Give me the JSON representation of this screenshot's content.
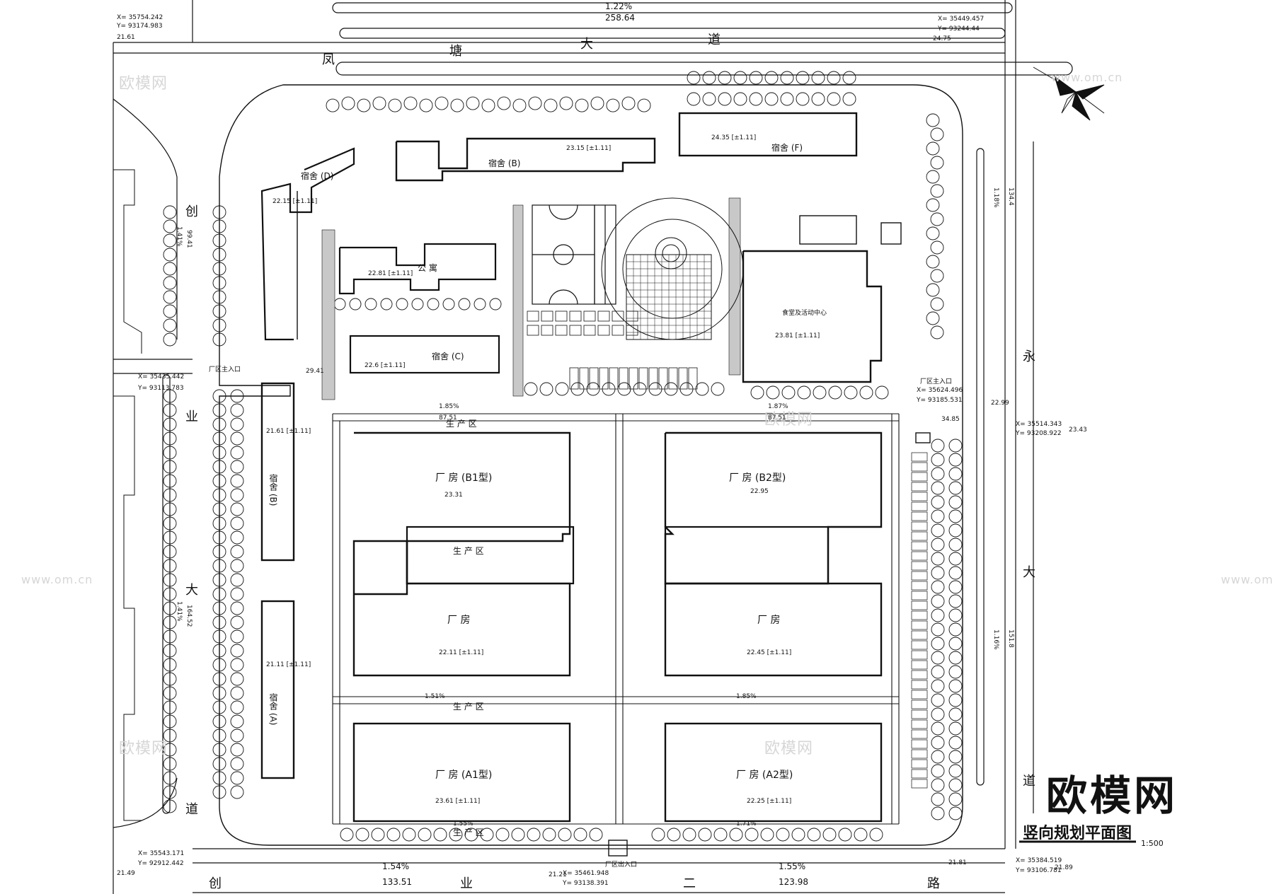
{
  "title": {
    "main": "竖向规划平面图",
    "scale": "1:500"
  },
  "brand": {
    "logo_text": "欧模网",
    "watermarks": [
      "欧模网",
      "www.om.cn"
    ]
  },
  "roads": {
    "north_name": [
      "凤",
      "塘",
      "大",
      "道"
    ],
    "east_name": [
      "永",
      "大",
      "道"
    ],
    "west_name": [
      "创",
      "业",
      "大",
      "道"
    ],
    "south_name": [
      "创",
      "业",
      "二",
      "路"
    ],
    "north_slope": "1.22%",
    "north_length": "258.64",
    "south_slope_1": "1.54%",
    "south_length_1": "133.51",
    "south_slope_2": "1.55%",
    "south_length_2": "123.98",
    "east_slope_1": "1.18%",
    "east_length_1": "134.4",
    "east_slope_2": "1.16%",
    "east_length_2": "151.8",
    "west_slope_1": "1.41%",
    "west_length_1": "99.41",
    "west_slope_2": "1.41%",
    "west_length_2": "164.52"
  },
  "buildings": [
    {
      "name": "厂  房  (B1型)",
      "level": "23.31"
    },
    {
      "name": "厂  房  (B2型)",
      "level": "22.95"
    },
    {
      "name": "厂  房",
      "level": "22.11 [±1.11]"
    },
    {
      "name": "厂  房",
      "level": "22.45 [±1.11]"
    },
    {
      "name": "厂  房  (A1型)",
      "level": "23.61 [±1.11]"
    },
    {
      "name": "厂  房  (A2型)",
      "level": "22.25 [±1.11]"
    },
    {
      "name": "宿舍 (B)",
      "level": "23.15 [±1.11]"
    },
    {
      "name": "宿舍 (F)",
      "level": "24.35 [±1.11]"
    },
    {
      "name": "宿舍 (D)",
      "level": "22.15 [±1.11]"
    },
    {
      "name": "宿舍 (C)",
      "level": "22.6 [±1.11]"
    },
    {
      "name": "宿舍 (B)",
      "level": "21.61 [±1.11]"
    },
    {
      "name": "宿舍 (A)",
      "level": "21.11 [±1.11]"
    },
    {
      "name": "公 寓",
      "level": "22.81 [±1.11]"
    },
    {
      "name": "食堂及活动中心",
      "level": "23.81 [±1.11]"
    }
  ],
  "internal_roads": {
    "label": "生  产  区",
    "slope_a": "1.85%",
    "length_a": "87.51",
    "slope_b": "1.87%",
    "slope_c": "1.51%",
    "slope_d": "1.85%",
    "slope_e": "1.55%",
    "slope_f": "1.71%",
    "length_b": "87.51"
  },
  "coordinates": [
    {
      "x": "X= 35754.242",
      "y": "Y= 93174.983"
    },
    {
      "x": "X= 35449.457",
      "y": "Y= 93244.44"
    },
    {
      "x": "X= 35435.442",
      "y": "Y= 93113.783"
    },
    {
      "x": "X= 35543.171",
      "y": "Y= 92912.442"
    },
    {
      "x": "X= 35461.948",
      "y": "Y= 93138.391"
    },
    {
      "x": "X= 35384.519",
      "y": "Y= 93106.781"
    },
    {
      "x": "X= 35514.343",
      "y": "Y= 93208.922"
    },
    {
      "x": "X= 35624.496",
      "y": "Y= 93185.531"
    }
  ],
  "levels": [
    "21.61",
    "24.75",
    "22.99",
    "29.41",
    "21.49",
    "21.21",
    "21.81",
    "23.43",
    "21.89",
    "34.85"
  ],
  "entrances": {
    "main": "厂区主入口",
    "secondary": "厂区出入口"
  },
  "colors": {
    "line": "#111111",
    "watermark": "#d8d8d8",
    "paving": "#bdbdbd",
    "background": "#ffffff"
  }
}
